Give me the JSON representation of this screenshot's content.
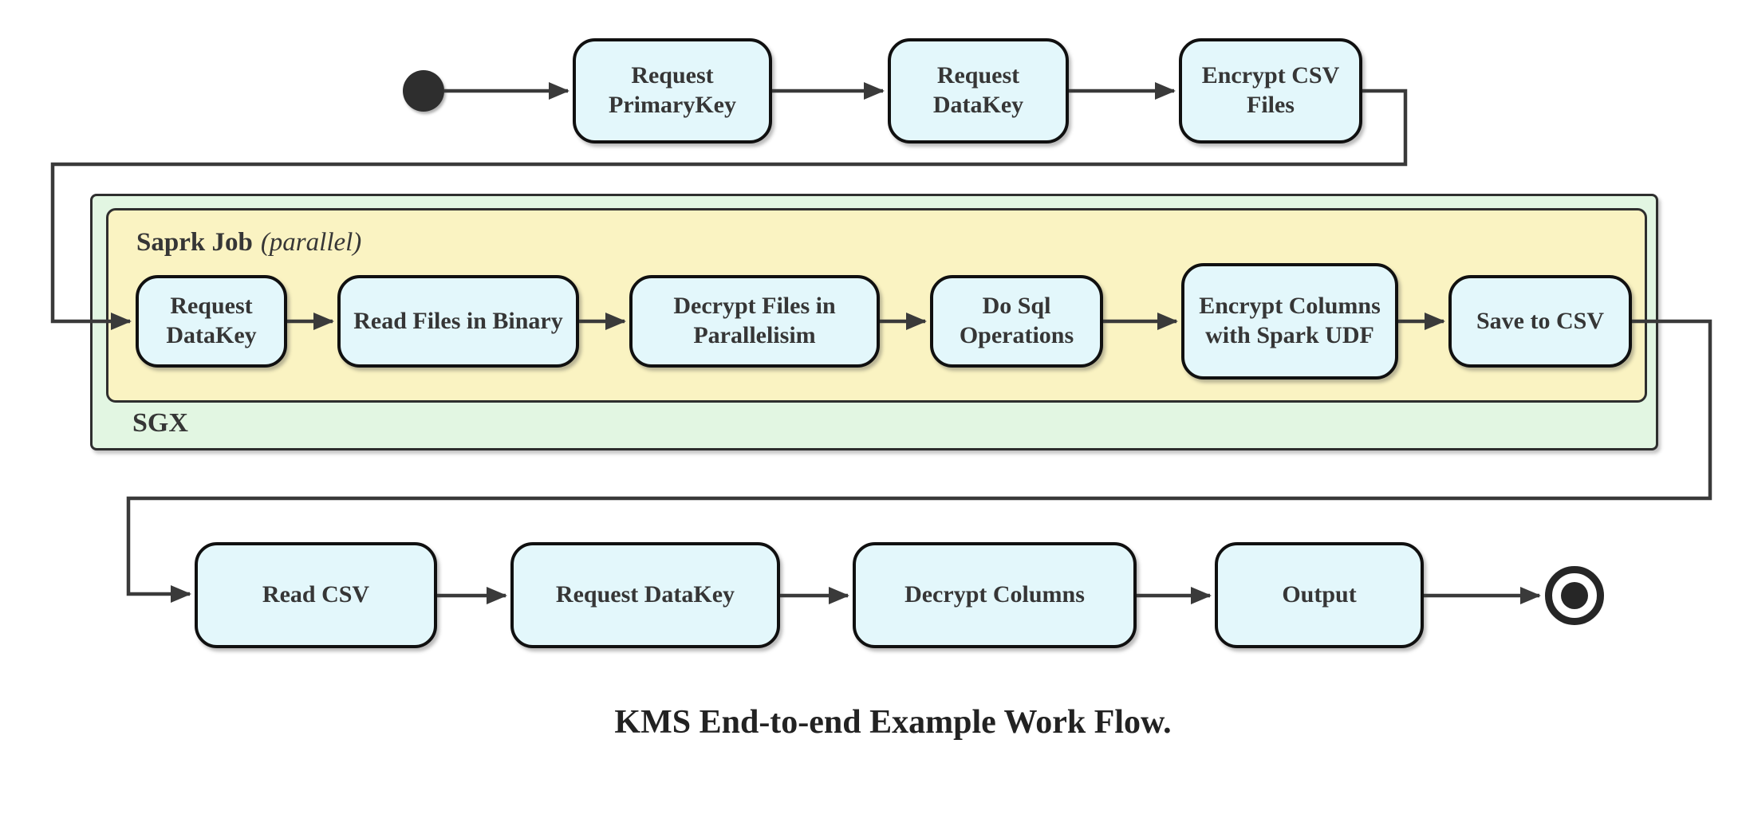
{
  "colors": {
    "node_fill": "#e3f7fb",
    "node_border": "#101010",
    "spark_fill": "#faf3c2",
    "sgx_fill": "#e2f6e2",
    "container_border": "#2e2e2e",
    "edge": "#3a3a3a",
    "text": "#363636"
  },
  "diagram": {
    "caption": "KMS End-to-end Example Work Flow.",
    "top_row": {
      "nodes": [
        {
          "label": "Request PrimaryKey"
        },
        {
          "label": "Request DataKey"
        },
        {
          "label": "Encrypt CSV Files"
        }
      ]
    },
    "sgx": {
      "label": "SGX",
      "spark": {
        "label": "Saprk Job",
        "sublabel": "(parallel)",
        "nodes": [
          {
            "label": "Request DataKey"
          },
          {
            "label": "Read Files in Binary"
          },
          {
            "label": "Decrypt Files in Parallelisim"
          },
          {
            "label": "Do Sql Operations"
          },
          {
            "label": "Encrypt Columns with Spark UDF"
          },
          {
            "label": "Save to CSV"
          }
        ]
      }
    },
    "bottom_row": {
      "nodes": [
        {
          "label": "Read CSV"
        },
        {
          "label": "Request DataKey"
        },
        {
          "label": "Decrypt Columns"
        },
        {
          "label": "Output"
        }
      ]
    }
  }
}
